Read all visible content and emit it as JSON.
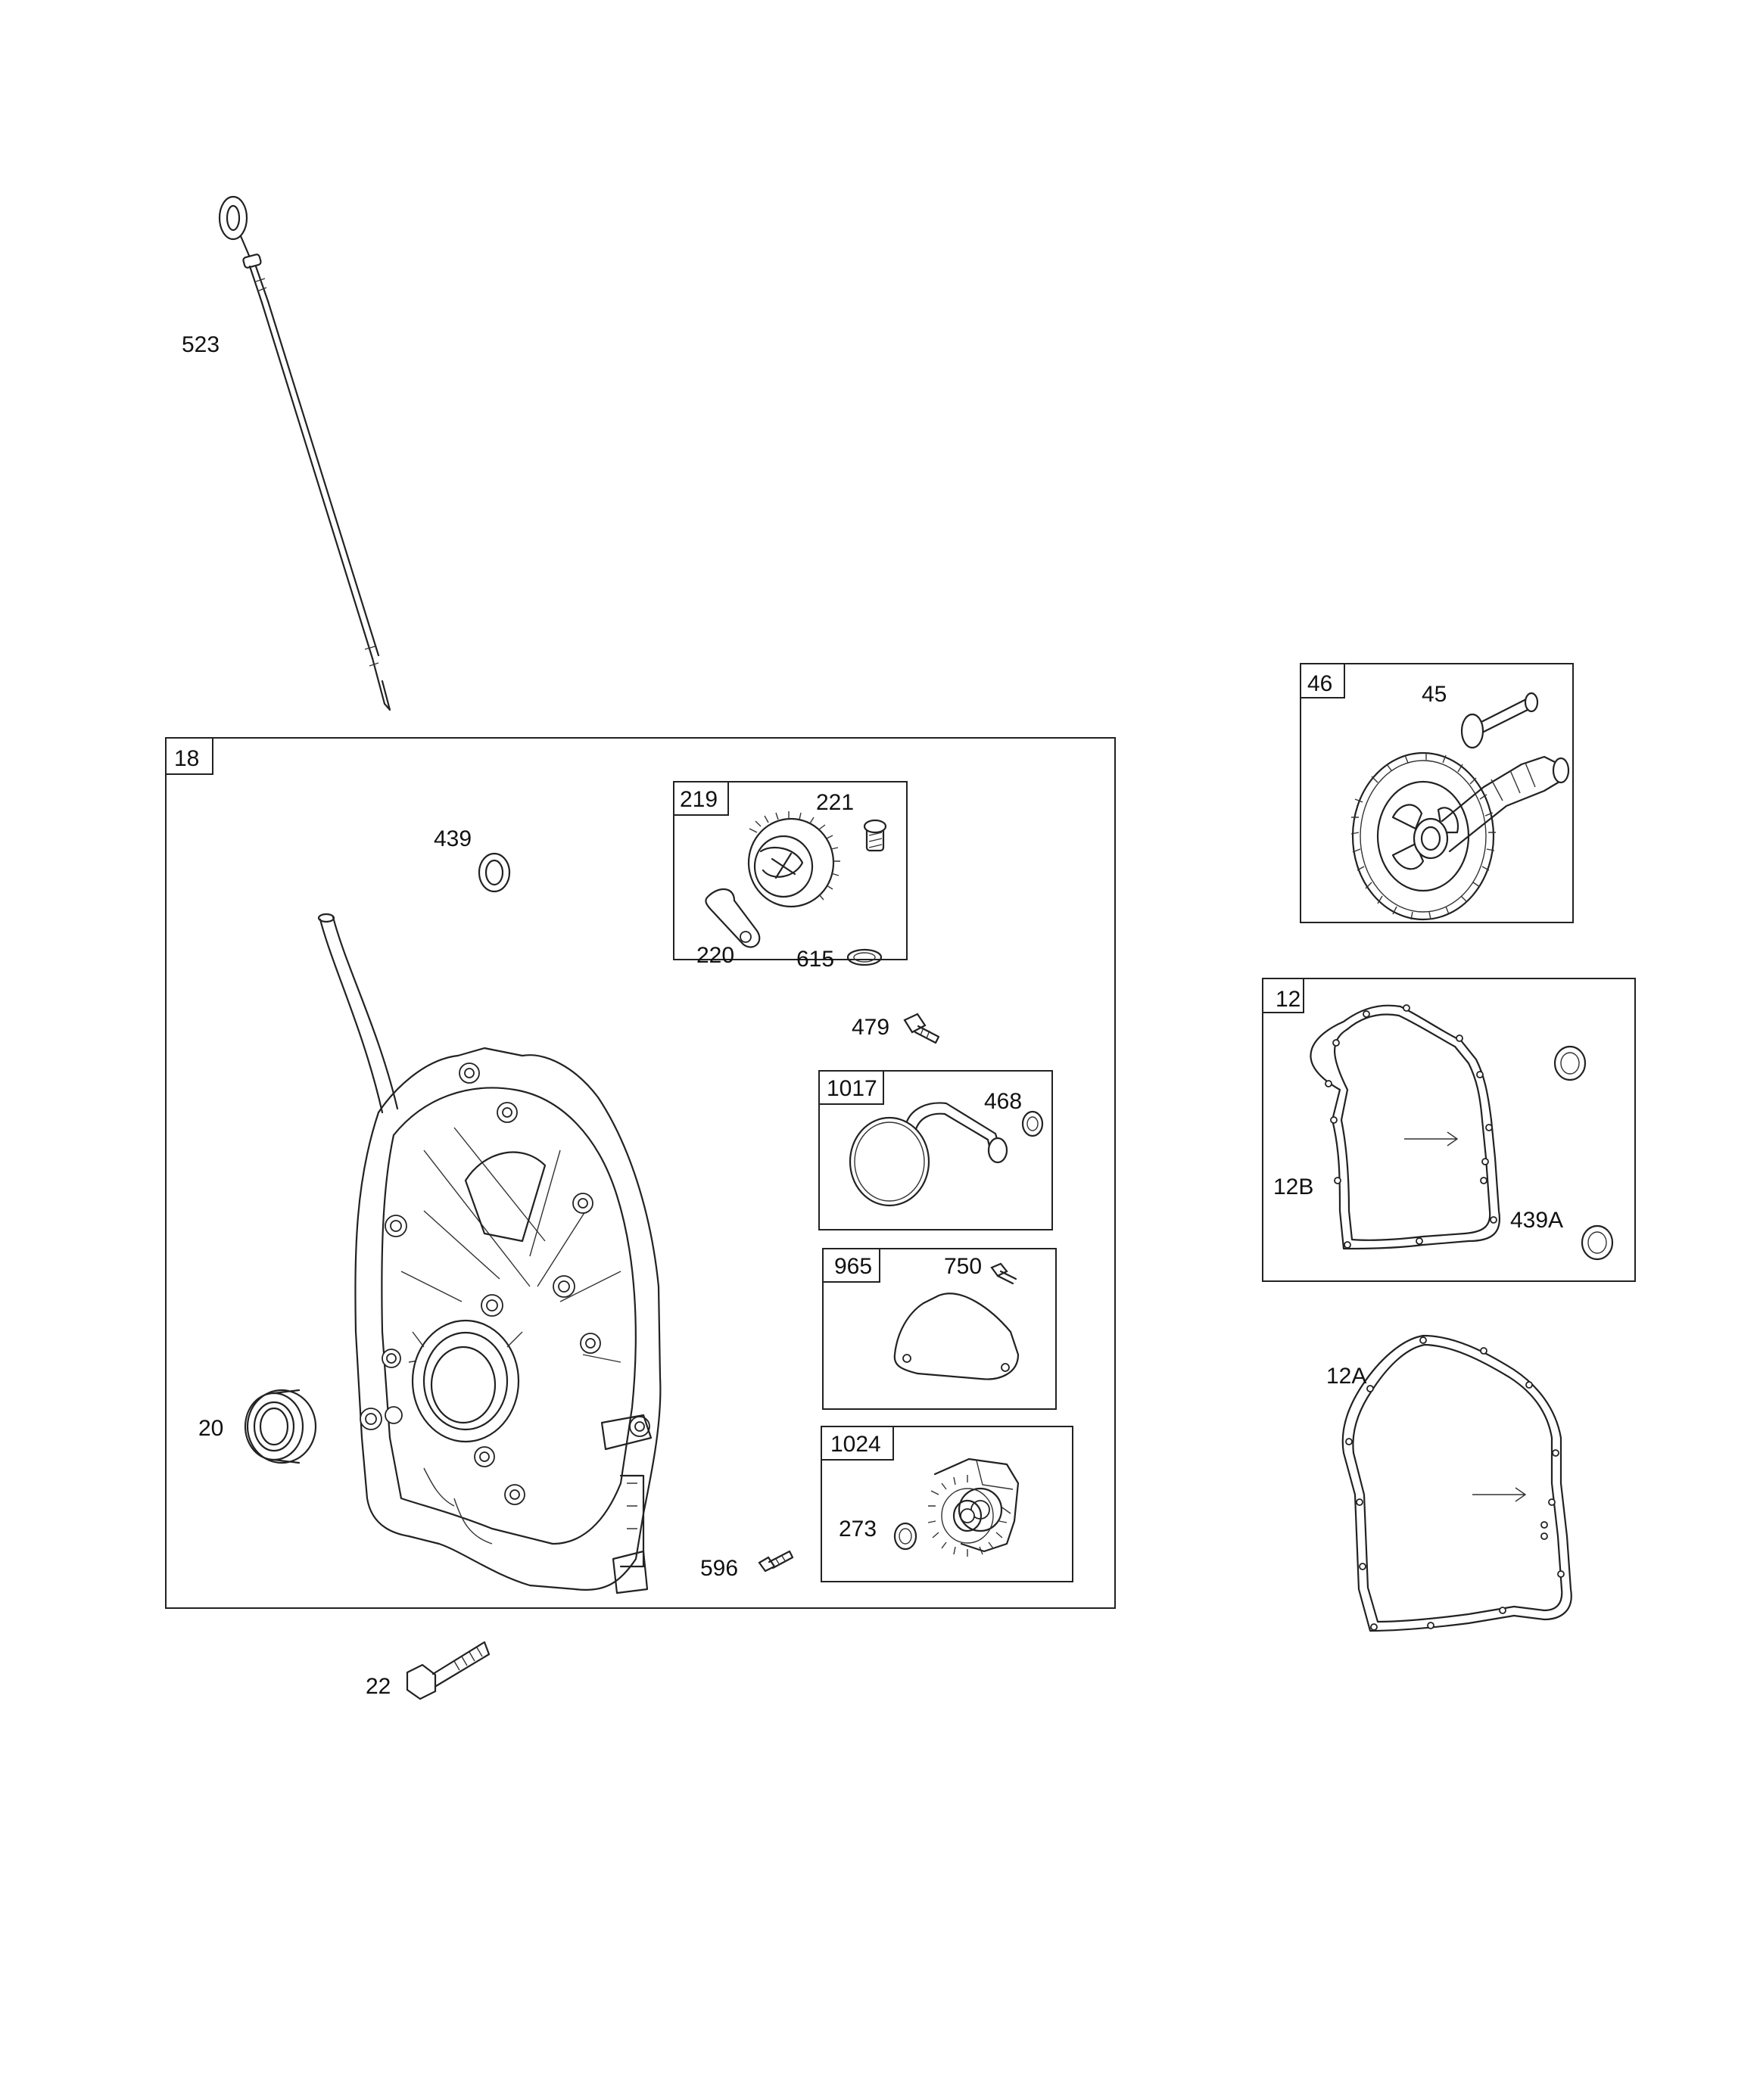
{
  "callouts": {
    "c523": "523",
    "c439": "439",
    "c221": "221",
    "c220": "220",
    "c615": "615",
    "c479": "479",
    "c468": "468",
    "c750": "750",
    "c20": "20",
    "c273": "273",
    "c596": "596",
    "c22": "22",
    "c45": "45",
    "c12B": "12B",
    "c439A": "439A",
    "c12A": "12A"
  },
  "boxes": {
    "b18": "18",
    "b219": "219",
    "b1017": "1017",
    "b965": "965",
    "b1024": "1024",
    "b46": "46",
    "b12": "12"
  },
  "icons": [
    "dipstick-icon",
    "crankcase-cover-icon",
    "governor-gear-icon",
    "camshaft-gear-icon",
    "gasket-icon",
    "oil-pump-icon",
    "bearing-icon",
    "bolt-icon",
    "o-ring-icon",
    "washer-icon"
  ]
}
